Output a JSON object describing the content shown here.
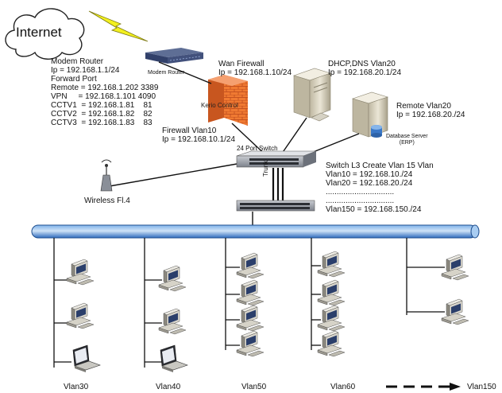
{
  "cloud": {
    "label": "Internet"
  },
  "modem": {
    "device_label": "Modem Router",
    "title": "Modem Router",
    "ip": "Ip = 192.168.1.1/24",
    "forward_title": "Forward Port",
    "forwards": [
      "Remote = 192.168.1.202 3389",
      "VPN     = 192.168.1.101 4090",
      "CCTV1  = 192.168.1.81    81",
      "CCTV2  = 192.168.1.82    82",
      "CCTV3  = 192.168.1.83    83"
    ]
  },
  "firewall": {
    "device_label": "Kerio Control",
    "wan_title": "Wan Firewall",
    "wan_ip": "Ip = 192.168.1.10/24",
    "lan_title": "Firewall Vlan10",
    "lan_ip": "Ip = 192.168.10.1/24"
  },
  "dhcp_server": {
    "title": "DHCP,DNS Vlan20",
    "ip": "Ip = 192.168.20.1/24"
  },
  "remote_server": {
    "title": "Remote Vlan20",
    "ip": "Ip = 192.168.20./24",
    "device_label_1": "Database Server",
    "device_label_2": "(ERP)"
  },
  "switch24": {
    "label": "24 Port Switch"
  },
  "switch_l3": {
    "title": "Switch L3 Create Vlan 15 Vlan",
    "lines": [
      "Vlan10 = 192.168.10./24",
      "Vlan20 = 192.168.20./24",
      "...............................",
      "..............................."
    ],
    "last": "Vlan150 = 192.168.150./24"
  },
  "trunk": {
    "label": "Trunk"
  },
  "wireless": {
    "label": "Wireless Fl.4"
  },
  "vlans": [
    "Vlan30",
    "Vlan40",
    "Vlan50",
    "Vlan60",
    "Vlan150"
  ],
  "colors": {
    "backbone": "#3a78c8",
    "backbone_light": "#a9cdf2",
    "bolt": "#f3f020",
    "firewall": "#f0823a",
    "server": "#d9d4c2"
  },
  "icons": [
    "cloud-icon",
    "lightning-icon",
    "modem-router-icon",
    "firewall-icon",
    "server-icon",
    "switch-icon",
    "wireless-ap-icon",
    "desktop-pc-icon",
    "laptop-icon",
    "arrow-right-icon"
  ]
}
